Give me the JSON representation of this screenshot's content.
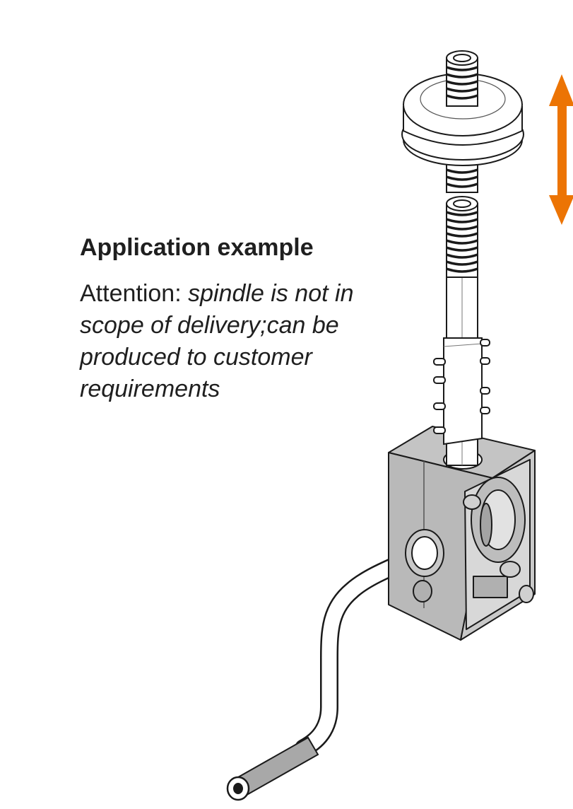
{
  "heading": "Application example",
  "note": {
    "prefix": "Attention: ",
    "italic": "spindle is not in scope of delivery;can be produced to customer requirements"
  },
  "colors": {
    "arrow": "#ec7404",
    "line": "#1a1a1a",
    "housing": "#b9b9b9",
    "housing_dark": "#a4a4a4",
    "handle_grip": "#a8a8a8"
  },
  "icons": {
    "motion_arrow": "double-headed-vertical-arrow"
  }
}
